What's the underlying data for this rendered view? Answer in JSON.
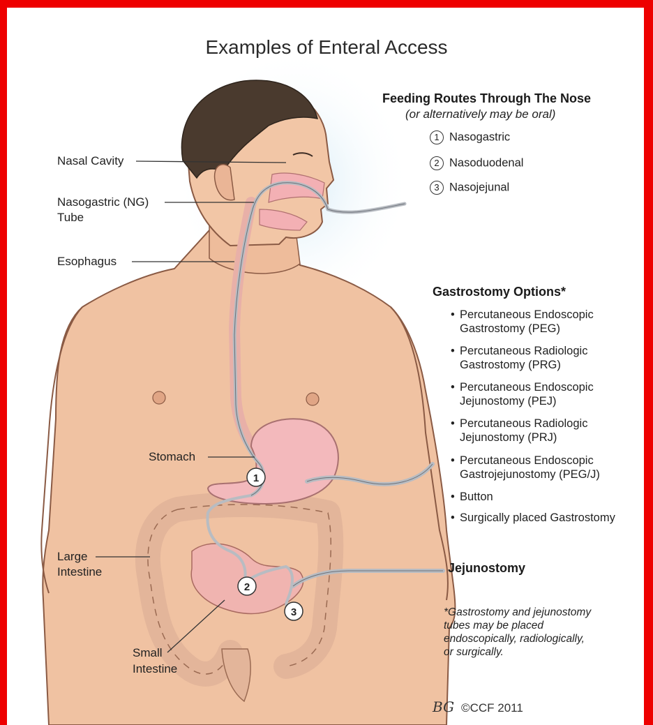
{
  "title": "Examples of Enteral Access",
  "left_labels": {
    "nasal_cavity": "Nasal Cavity",
    "ng_tube_line1": "Nasogastric (NG)",
    "ng_tube_line2": "Tube",
    "esophagus": "Esophagus",
    "stomach": "Stomach",
    "large_intestine_line1": "Large",
    "large_intestine_line2": "Intestine",
    "small_intestine_line1": "Small",
    "small_intestine_line2": "Intestine"
  },
  "nose_routes": {
    "heading": "Feeding Routes Through The Nose",
    "subheading": "(or alternatively may be oral)",
    "items": [
      {
        "num": "1",
        "label": "Nasogastric"
      },
      {
        "num": "2",
        "label": "Nasoduodenal"
      },
      {
        "num": "3",
        "label": "Nasojejunal"
      }
    ]
  },
  "gastrostomy": {
    "heading": "Gastrostomy Options*",
    "bullet": "•",
    "items": [
      "Percutaneous Endoscopic\nGastrostomy (PEG)",
      "Percutaneous Radiologic\nGastrostomy (PRG)",
      "Percutaneous Endoscopic\nJejunostomy (PEJ)",
      "Percutaneous Radiologic\nJejunostomy (PRJ)",
      "Percutaneous Endoscopic\nGastrojejunostomy (PEG/J)",
      "Button",
      "Surgically placed Gastrostomy"
    ]
  },
  "jejunostomy": "Jejunostomy",
  "footnote": "*Gastrostomy and jejunostomy\n tubes may be placed\n endoscopically, radiologically,\n or surgically.",
  "markers": [
    "1",
    "2",
    "3"
  ],
  "signature": {
    "initials": "BG",
    "copyright": "©CCF 2011"
  },
  "colors": {
    "frame": "#ee0000",
    "skin": "#f0c2a2",
    "hair": "#4a3a2e",
    "stomach": "#f3b9bc",
    "intestine": "#e3b59a",
    "tube": "#b8bcc2"
  }
}
